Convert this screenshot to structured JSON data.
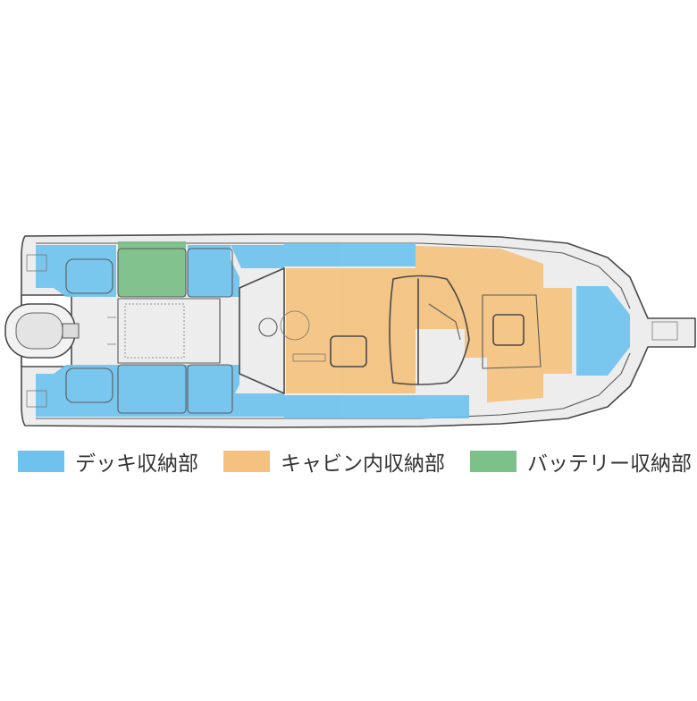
{
  "colors": {
    "deck": "#6fc2ee",
    "cabin": "#f4c27e",
    "battery": "#7cc08a",
    "hull_fill": "#ededed",
    "outline": "#4a4a4a"
  },
  "legend": [
    {
      "key": "deck",
      "label": "デッキ収納部",
      "color": "#6fc2ee"
    },
    {
      "key": "cabin",
      "label": "キャビン内収納部",
      "color": "#f4c27e"
    },
    {
      "key": "battery",
      "label": "バッテリー収納部",
      "color": "#7cc08a"
    }
  ]
}
